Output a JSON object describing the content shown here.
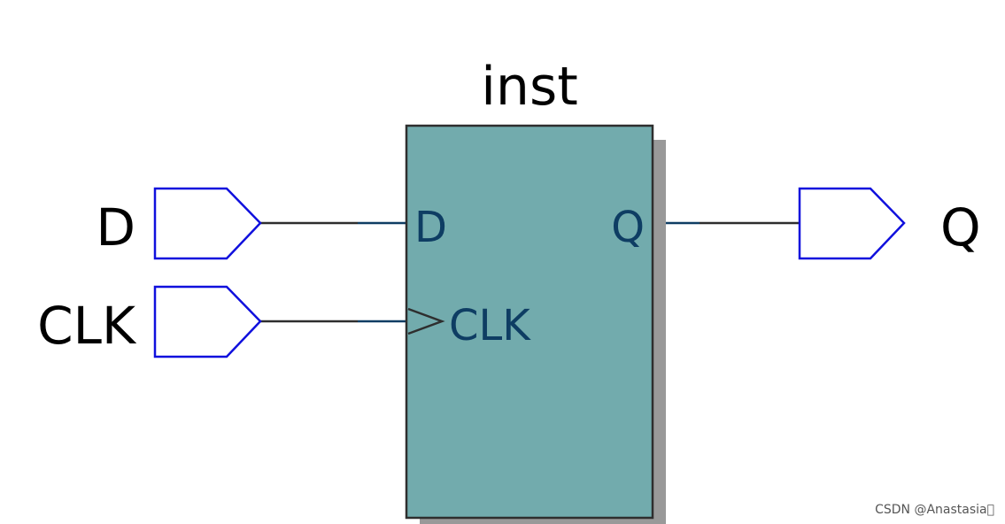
{
  "block": {
    "title": "inst",
    "fill_color": "#72abad",
    "border_color": "#2e2e2e",
    "shadow_color": "#999999",
    "pins": {
      "d": "D",
      "clk": "CLK",
      "q": "Q"
    }
  },
  "ports": {
    "d": "D",
    "clk": "CLK",
    "q": "Q",
    "outline_color": "#1010dd"
  },
  "watermark": "CSDN @Anastasia\u0000"
}
